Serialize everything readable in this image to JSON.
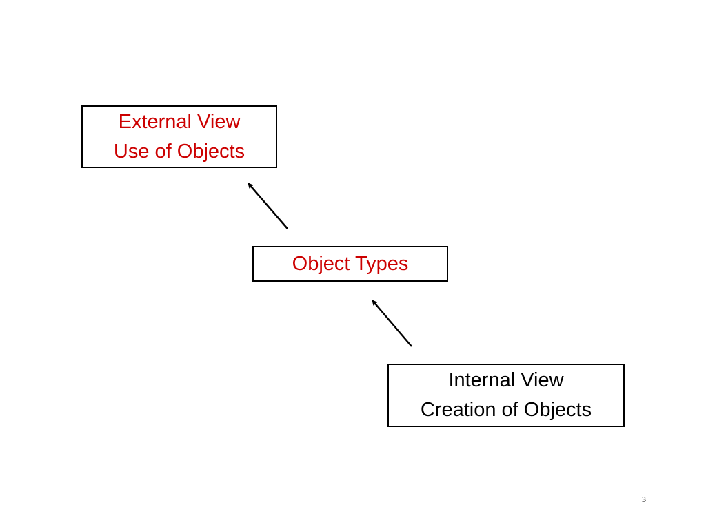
{
  "diagram": {
    "external_view": {
      "line1": "External View",
      "line2": "Use of Objects",
      "text_color": "#cc0000"
    },
    "object_types": {
      "label": "Object Types",
      "text_color": "#cc0000"
    },
    "internal_view": {
      "line1": "Internal View",
      "line2": "Creation of Objects",
      "text_color": "#000000"
    },
    "edges": [
      {
        "from": "object_types",
        "to": "external_view"
      },
      {
        "from": "internal_view",
        "to": "object_types"
      }
    ]
  },
  "page_number": "3"
}
